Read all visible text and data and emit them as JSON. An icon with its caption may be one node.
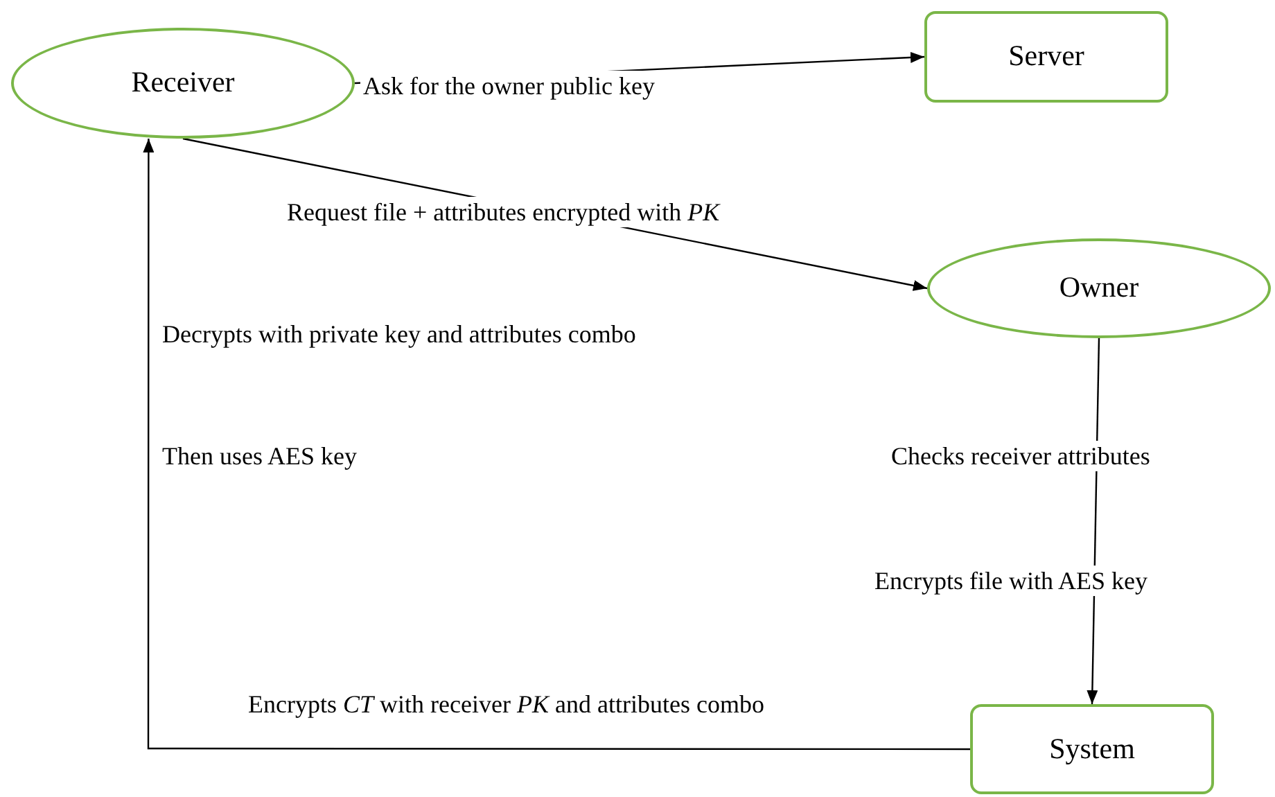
{
  "diagram": {
    "nodes": [
      {
        "text": [
          "Receiver"
        ]
      },
      {
        "text": [
          "Server"
        ]
      },
      {
        "text": [
          "Owner"
        ]
      },
      {
        "text": [
          "System"
        ]
      }
    ],
    "edges": [
      {
        "from": 0,
        "to": 1,
        "arrow": "to",
        "label": "Ask for the owner public key"
      },
      {
        "from": 0,
        "to": 2,
        "arrow": "to",
        "label": "Request file + attributes encrypted with *PK*"
      },
      {
        "from": 2,
        "to": 3,
        "arrow": "to",
        "label": "Checks receiver attributes"
      },
      {
        "from": 3,
        "to": 0,
        "arrow": "to",
        "label": "Encrypts *CT* with receiver *PK* and attributes combo"
      }
    ],
    "labels": [
      "Decrypts with private key and attributes combo",
      "Then uses AES key",
      "Encrypts file with AES key"
    ]
  }
}
